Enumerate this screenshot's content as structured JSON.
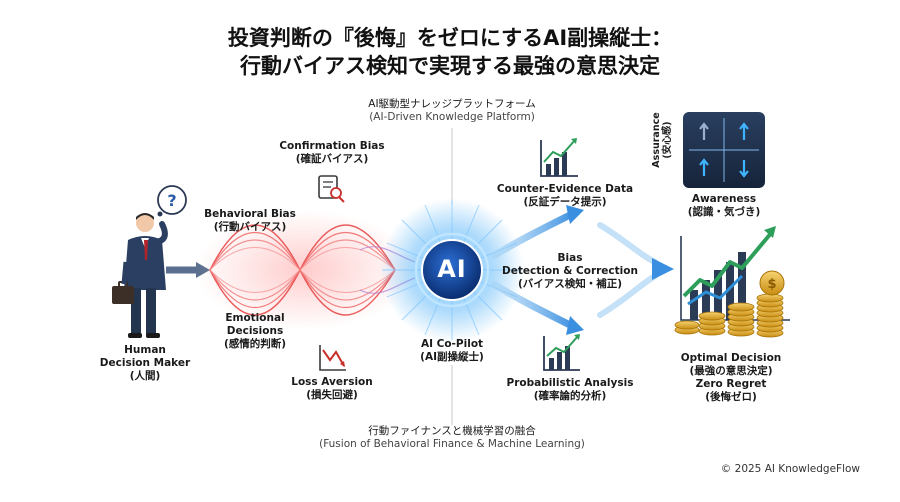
{
  "title": {
    "line1": "投資判断の『後悔』をゼロにするAI副操縦士：",
    "line2": "行動バイアス検知で実現する最強の意思決定"
  },
  "platform": {
    "jp": "AI駆動型ナレッジプラットフォーム",
    "en": "(AI-Driven Knowledge Platform)"
  },
  "fusion": {
    "jp": "行動ファイナンスと機械学習の融合",
    "en": "(Fusion of Behavioral Finance & Machine Learning)"
  },
  "human": {
    "en1": "Human",
    "en2": "Decision Maker",
    "jp": "(人間)"
  },
  "confirmation_bias": {
    "en": "Confirmation Bias",
    "jp": "(確証バイアス)"
  },
  "behavioral_bias": {
    "en": "Behavioral Bias",
    "jp": "(行動バイアス)"
  },
  "emotional": {
    "en1": "Emotional",
    "en2": "Decisions",
    "jp": "(感情的判断)"
  },
  "loss_aversion": {
    "en": "Loss Aversion",
    "jp": "(損失回避)"
  },
  "ai_core": {
    "badge": "AI",
    "en": "AI Co-Pilot",
    "jp": "(AI副操縦士)"
  },
  "bias_detection": {
    "en1": "Bias",
    "en2": "Detection & Correction",
    "jp": "(バイアス検知・補正)"
  },
  "counter_evidence": {
    "en": "Counter-Evidence Data",
    "jp": "(反証データ提示)"
  },
  "probabilistic": {
    "en": "Probabilistic Analysis",
    "jp": "(確率論的分析)"
  },
  "assurance": {
    "en": "Assurance",
    "jp": "(安心感)"
  },
  "awareness": {
    "en": "Awareness",
    "jp": "(認識・気づき)"
  },
  "optimal": {
    "en": "Optimal Decision",
    "jp": "(最強の意思決定)",
    "en2": "Zero Regret",
    "jp2": "(後悔ゼロ)"
  },
  "copyright": "© 2025 AI KnowledgeFlow",
  "colors": {
    "bias_wave": "#e84a4a",
    "ai_glow": "#3fa9f5",
    "ai_core": "#0d3a8c",
    "flow_blue": "#4aa3e8",
    "chart_green": "#2e9e5b",
    "panel_dark": "#1e2f4a",
    "coin_gold": "#e8b02a"
  }
}
